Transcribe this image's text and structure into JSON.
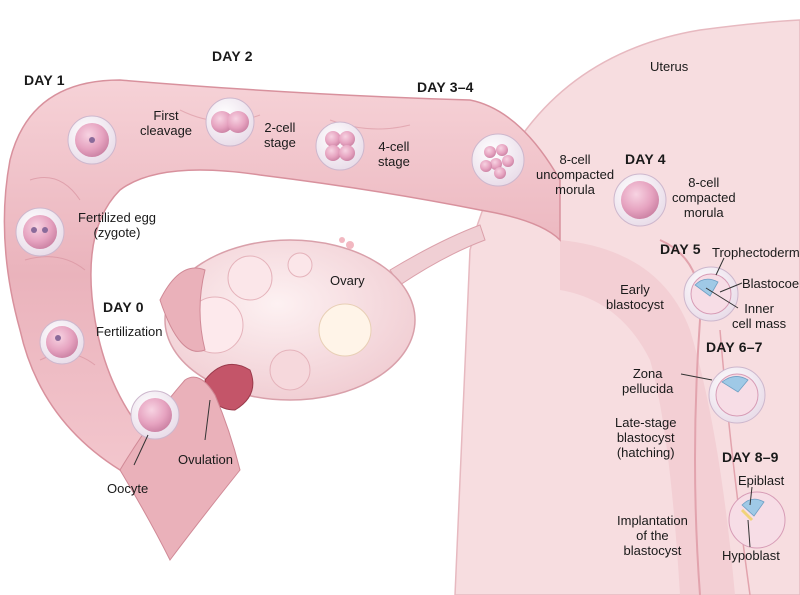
{
  "days": {
    "d0": "DAY 0",
    "d1": "DAY 1",
    "d2": "DAY 2",
    "d34": "DAY 3–4",
    "d4": "DAY 4",
    "d5": "DAY 5",
    "d67": "DAY 6–7",
    "d89": "DAY 8–9"
  },
  "organs": {
    "uterus": "Uterus",
    "ovary": "Ovary"
  },
  "stages": {
    "fertilization": "Fertilization",
    "oocyte": "Oocyte",
    "ovulation": "Ovulation",
    "zygote_l1": "Fertilized egg",
    "zygote_l2": "(zygote)",
    "first_cleavage_l1": "First",
    "first_cleavage_l2": "cleavage",
    "two_cell_l1": "2-cell",
    "two_cell_l2": "stage",
    "four_cell_l1": "4-cell",
    "four_cell_l2": "stage",
    "eight_uncomp_l1": "8-cell",
    "eight_uncomp_l2": "uncompacted",
    "eight_uncomp_l3": "morula",
    "eight_comp_l1": "8-cell",
    "eight_comp_l2": "compacted",
    "eight_comp_l3": "morula",
    "early_blasto_l1": "Early",
    "early_blasto_l2": "blastocyst",
    "late_blasto_l1": "Late-stage",
    "late_blasto_l2": "blastocyst",
    "late_blasto_l3": "(hatching)",
    "implant_l1": "Implantation",
    "implant_l2": "of the",
    "implant_l3": "blastocyst"
  },
  "structures": {
    "trophectoderm": "Trophectoderm",
    "blastocoel": "Blastocoel",
    "inner_l1": "Inner",
    "inner_l2": "cell mass",
    "zona_l1": "Zona",
    "zona_l2": "pellucida",
    "epiblast": "Epiblast",
    "hypoblast": "Hypoblast"
  },
  "colors": {
    "tissue": "#f3c9cf",
    "tissue_dark": "#e2a3ad",
    "tissue_light": "#fbe3e6",
    "uterus": "#f7dde0",
    "cell": "#e9a9c2",
    "zona": "#f6eef6"
  }
}
